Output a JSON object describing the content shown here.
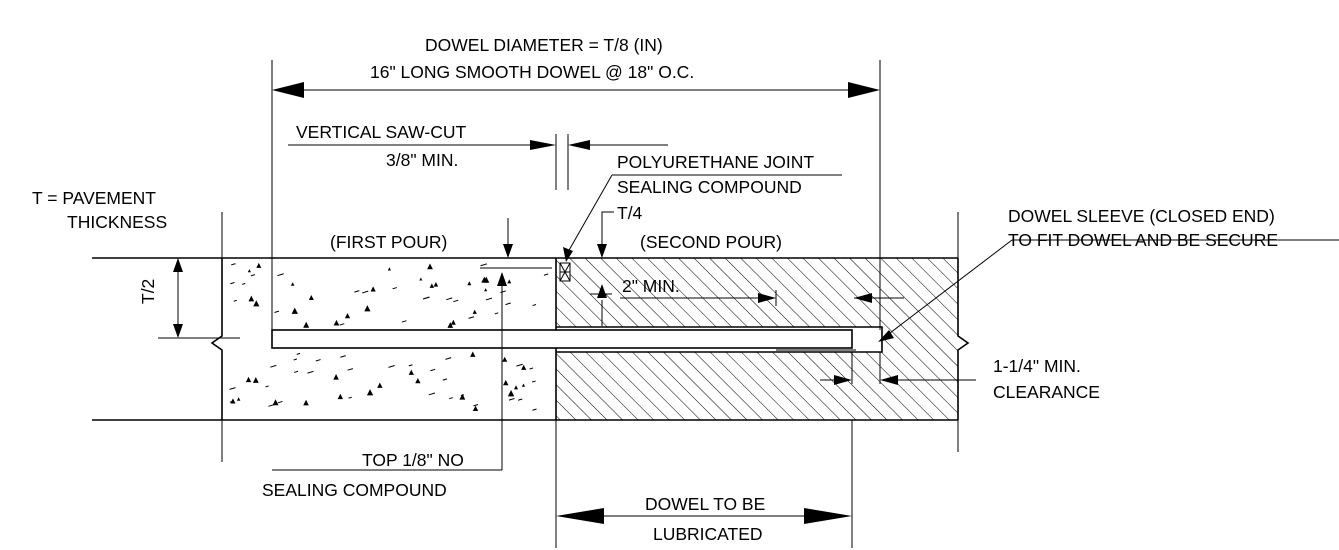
{
  "labels": {
    "dowel_diameter": "DOWEL DIAMETER = T/8 (IN)",
    "dowel_length": "16\" LONG SMOOTH DOWEL @ 18\" O.C.",
    "vertical_saw_cut": "VERTICAL SAW-CUT",
    "saw_cut_min": "3/8\" MIN.",
    "polyurethane_1": "POLYURETHANE JOINT",
    "polyurethane_2": "SEALING COMPOUND",
    "t_quarter": "T/4",
    "thickness_1": "T = PAVEMENT",
    "thickness_2": "THICKNESS",
    "first_pour": "(FIRST POUR)",
    "second_pour": "(SECOND POUR)",
    "sleeve_1": "DOWEL SLEEVE (CLOSED END)",
    "sleeve_2": "TO FIT DOWEL AND BE SECURE",
    "t_half": "T/2",
    "two_inch_min": "2\" MIN.",
    "clearance_1": "1-1/4\" MIN.",
    "clearance_2": "CLEARANCE",
    "top_eighth_1": "TOP 1/8\" NO",
    "top_eighth_2": "SEALING COMPOUND",
    "lubricated_1": "DOWEL TO BE",
    "lubricated_2": "LUBRICATED"
  }
}
